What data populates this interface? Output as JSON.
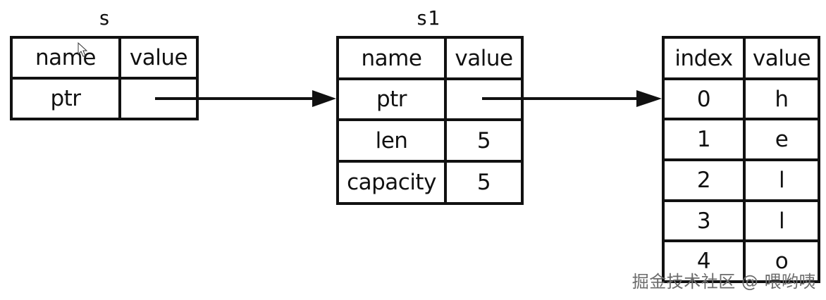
{
  "stack_s": {
    "title": "s",
    "headers": [
      "name",
      "value"
    ],
    "rows": [
      [
        "ptr",
        ""
      ]
    ]
  },
  "stack_s1": {
    "title": "s1",
    "headers": [
      "name",
      "value"
    ],
    "rows": [
      [
        "ptr",
        ""
      ],
      [
        "len",
        "5"
      ],
      [
        "capacity",
        "5"
      ]
    ]
  },
  "heap": {
    "headers": [
      "index",
      "value"
    ],
    "rows": [
      [
        "0",
        "h"
      ],
      [
        "1",
        "e"
      ],
      [
        "2",
        "l"
      ],
      [
        "3",
        "l"
      ],
      [
        "4",
        "o"
      ]
    ]
  },
  "watermark": "掘金技术社区 @ 喂哟咦"
}
